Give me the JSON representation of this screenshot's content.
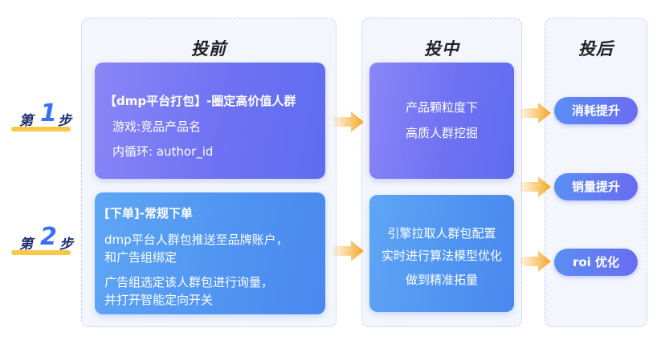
{
  "columns": {
    "pre": "投前",
    "mid": "投中",
    "post": "投后"
  },
  "steps": [
    {
      "prefix": "第",
      "num": "1",
      "suffix": "步"
    },
    {
      "prefix": "第",
      "num": "2",
      "suffix": "步"
    }
  ],
  "pre_cards": [
    {
      "lines": [
        "【dmp平台打包】-圈定高价值人群",
        "游戏:竞品产品名",
        "内循环: author_id"
      ]
    },
    {
      "lines": [
        "[下单]-常规下单",
        "dmp平台人群包推送至品牌账户，",
        "和广告组绑定",
        "广告组选定该人群包进行询量，",
        "并打开智能定向开关"
      ]
    }
  ],
  "mid_cards": [
    {
      "lines": [
        "产品颗粒度下",
        "高质人群挖掘"
      ]
    },
    {
      "lines": [
        "引擎拉取人群包配置",
        "实时进行算法模型优化",
        "做到精准拓量"
      ]
    }
  ],
  "post_pills": [
    "消耗提升",
    "销量提升",
    "roi 优化"
  ],
  "colors": {
    "arrow": "#f5b13a",
    "card_purple": "#6e72f2",
    "card_blue": "#4f93f1"
  }
}
